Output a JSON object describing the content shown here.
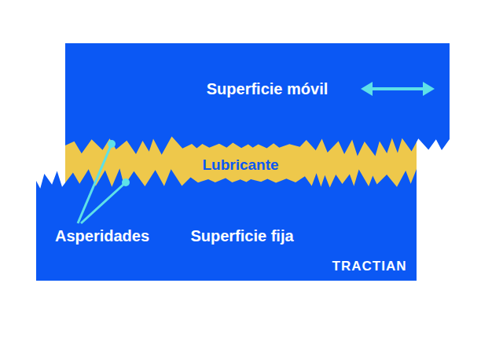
{
  "diagram": {
    "nodes": [
      {
        "text": [
          "Superficie móvil"
        ]
      },
      {
        "text": [
          "Lubricante"
        ]
      },
      {
        "text": [
          "Superficie fija"
        ]
      }
    ],
    "labels": [
      "Asperidades",
      "TRACTIAN"
    ]
  }
}
